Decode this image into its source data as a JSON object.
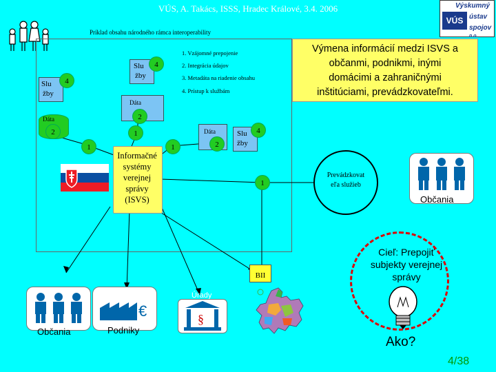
{
  "header": {
    "title": "VÚS, A. Takács, ISSS, Hradec Králové, 3.4. 2006"
  },
  "logo": {
    "line1": "Výskumný",
    "line2": "ústav",
    "line3": "spojov",
    "suffix": "n.o.",
    "mark": "VÚS"
  },
  "diagram": {
    "frame_title": "Príklad obsahu národného rámca interoperability",
    "steps": [
      "1. Vzájomné prepojenie",
      "2. Integrácia údajov",
      "3. Metadáta na riadenie obsahu",
      "4. Prístup k službám"
    ],
    "data_label": "Dáta",
    "sluzby_label1": "Slu",
    "sluzby_label2": "žby",
    "nums": {
      "one": "1",
      "two": "2",
      "four": "4"
    },
    "isvs": [
      "Informačné",
      "systémy",
      "verejnej",
      "správy",
      "(ISVS)"
    ],
    "provider": [
      "Prevádzkovat",
      "eľa služieb"
    ],
    "bii": "BII",
    "urady": "Úrady",
    "section_sign": "§",
    "euro_sign": "€"
  },
  "infobox": {
    "text": [
      "Výmena informácií medzi ISVS a",
      "občanmi, podnikmi, inými",
      "domácimi a zahraničnými",
      "inštitúciami, prevádzkovateľmi."
    ]
  },
  "captions": {
    "citizens_left": "Občania",
    "business": "Podniky",
    "citizens_right": "Občania"
  },
  "goal": {
    "lines": [
      "Cieľ: Prepojiť",
      "subjekty verejnej",
      "správy"
    ]
  },
  "how": "Ako?",
  "page_number": "4/38",
  "colors": {
    "background": "#00ffff",
    "infobox": "#ffff66",
    "node": "#22cc22",
    "cube": "#7cc4f4",
    "goal_circle": "#dd0000",
    "page_number": "#009900"
  }
}
